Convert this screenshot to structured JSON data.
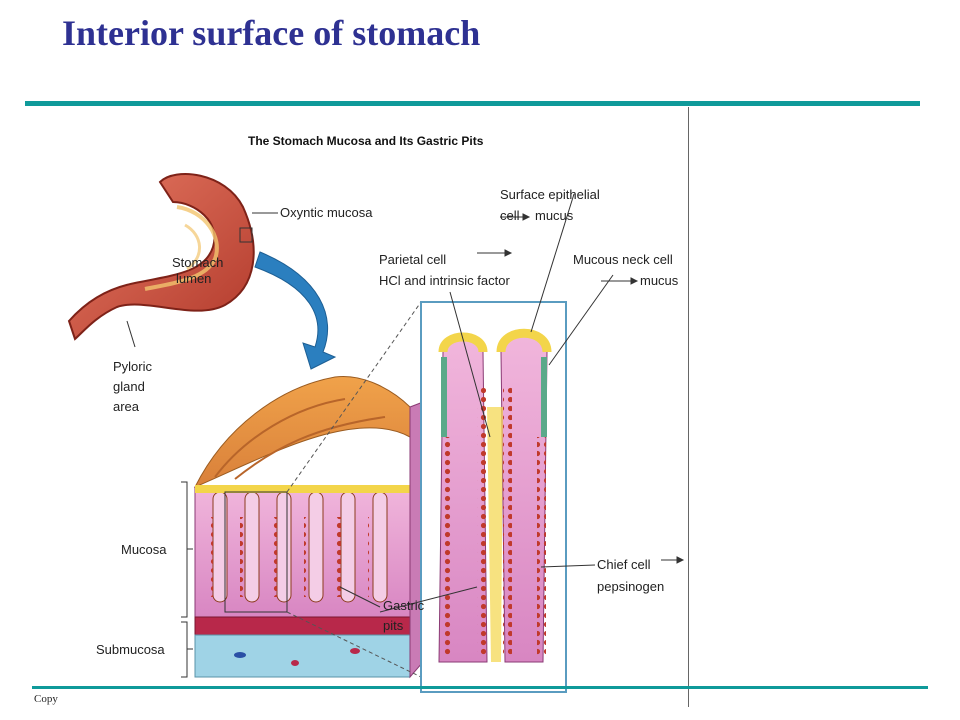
{
  "slide": {
    "title": "Interior surface of stomach",
    "copyright": "Copy"
  },
  "figure": {
    "title": "The Stomach Mucosa and Its Gastric Pits",
    "labels": {
      "oxyntic": "Oxyntic mucosa",
      "lumen_1": "Stomach",
      "lumen_2": "lumen",
      "pyloric_1": "Pyloric",
      "pyloric_2": "gland",
      "pyloric_3": "area",
      "surface_1": "Surface epithelial",
      "surface_2": "cell",
      "surface_3": "mucus",
      "parietal_1": "Parietal cell",
      "parietal_2": "HCl and intrinsic factor",
      "mucous_neck_1": "Mucous neck cell",
      "mucous_neck_2": "mucus",
      "mucosa": "Mucosa",
      "submucosa": "Submucosa",
      "gastric_1": "Gastric",
      "gastric_2": "pits",
      "chief_1": "Chief cell",
      "chief_2": "pepsinogen"
    },
    "colors": {
      "title": "#2e3192",
      "rule": "#0f9a9a",
      "stomach": "#c94a3a",
      "mucosa_pink": "#e79ad0",
      "surface_orange": "#e8973e",
      "yellow_cells": "#f3d54a",
      "green_cells": "#5ba98a",
      "submucosa": "#9fd3e6",
      "arrow": "#2b7fbf"
    }
  }
}
